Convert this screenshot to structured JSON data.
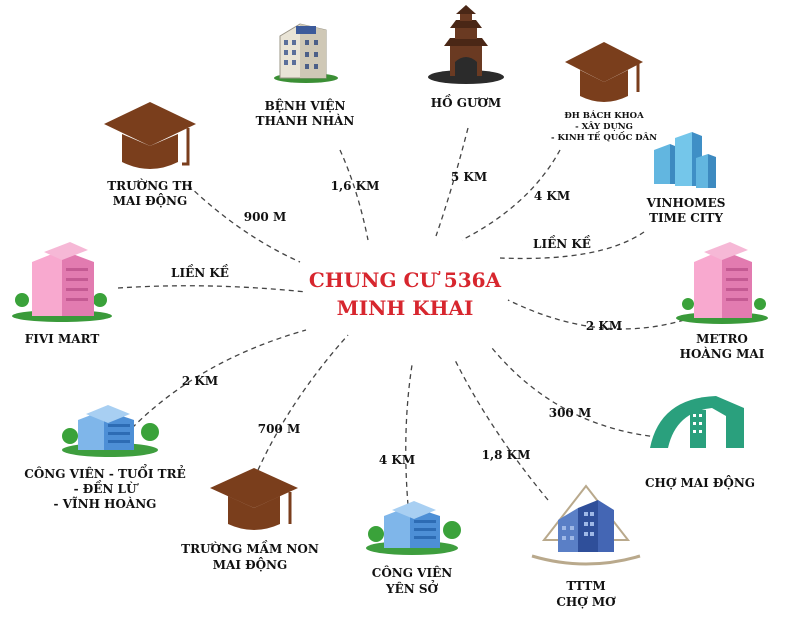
{
  "center": {
    "line1": "CHUNG CƯ 536A",
    "line2": "MINH KHAI",
    "color": "#d7262e"
  },
  "places": {
    "benh_vien": {
      "line1": "BỆNH VIỆN",
      "line2": "THANH NHÀN",
      "distance": "1,6 KM",
      "icon": "hospital-building-icon"
    },
    "ho_guom": {
      "line1": "HỒ GƯƠM",
      "distance": "5 KM",
      "icon": "pagoda-tower-icon"
    },
    "dh_bach_khoa": {
      "line1": "ĐH BÁCH KHOA",
      "line2": "- XÂY DỰNG",
      "line3": "- KINH TẾ QUỐC DÂN",
      "distance": "4 KM",
      "icon": "graduation-cap-icon"
    },
    "vinhomes": {
      "line1": "VINHOMES",
      "line2": "TIME CITY",
      "distance": "LIỀN KỀ",
      "icon": "skyscraper-icon"
    },
    "truong_th": {
      "line1": "TRƯỜNG TH",
      "line2": "MAI ĐỘNG",
      "distance": "900 M",
      "icon": "graduation-cap-icon"
    },
    "fivi_mart": {
      "line1": "FIVI MART",
      "distance": "LIỀN KỀ",
      "icon": "pink-building-icon"
    },
    "metro": {
      "line1": "METRO",
      "line2": "HOÀNG MAI",
      "distance": "2 KM",
      "icon": "pink-building-icon"
    },
    "cong_vien_tuoi_tre": {
      "line1": "CÔNG VIÊN - TUỔI TRẺ",
      "line2": "- ĐỀN LỪ",
      "line3": "- VĨNH HOÀNG",
      "distance": "2 KM",
      "icon": "park-building-icon"
    },
    "mam_non": {
      "line1": "TRƯỜNG MẦM NON",
      "line2": "MAI ĐỘNG",
      "distance": "700 M",
      "icon": "graduation-cap-icon"
    },
    "yen_so": {
      "line1": "CÔNG VIÊN",
      "line2": "YÊN SỞ",
      "distance": "4 KM",
      "icon": "park-building-icon"
    },
    "cho_mo": {
      "line1": "TTTM",
      "line2": "CHỢ MƠ",
      "distance": "1,8 KM",
      "icon": "mall-tower-icon"
    },
    "cho_mai_dong": {
      "line1": "CHỢ MAI ĐỘNG",
      "distance": "300 M",
      "icon": "market-building-icon"
    }
  },
  "colors": {
    "cap": "#7a3e1c",
    "pink": "#f48fc0",
    "blue": "#4f8fd8",
    "green": "#3fae4a",
    "teal": "#2aa07d"
  }
}
